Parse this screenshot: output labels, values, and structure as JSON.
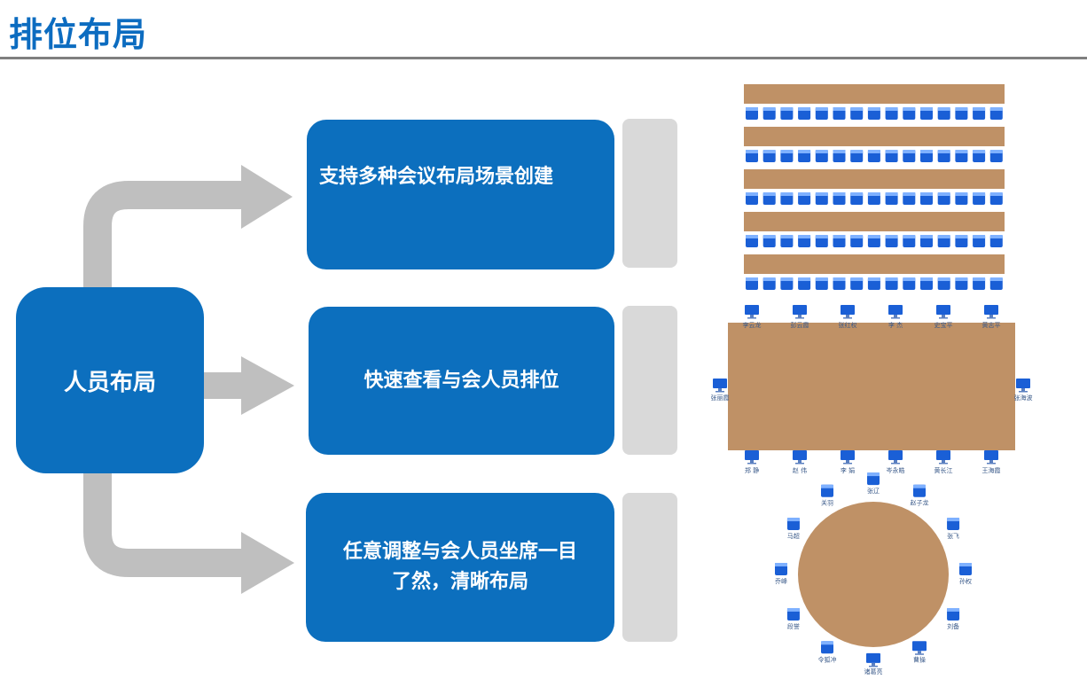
{
  "header": {
    "title": "排位布局"
  },
  "hub": {
    "label": "人员布局"
  },
  "features": [
    {
      "label": "支持多种会议布局场景创建"
    },
    {
      "label": "快速查看与会人员排位"
    },
    {
      "label_line1": "任意调整与会人员坐席一目",
      "label_line2": "了然，清晰布局"
    }
  ],
  "layouts": {
    "classroom": {
      "rows": 5,
      "seats_per_row": 15
    },
    "boardroom": {
      "top": [
        "李云龙",
        "彭云霞",
        "张红权",
        "李 杰",
        "史宝平",
        "黄志平"
      ],
      "bottom": [
        "郑 静",
        "赵 伟",
        "李 娟",
        "岑永皓",
        "黄长江",
        "王海霞"
      ],
      "left": "张丽霞",
      "right": "张海波"
    },
    "round": {
      "names": [
        "张辽",
        "赵子龙",
        "张飞",
        "孙权",
        "刘备",
        "曹操",
        "诸葛亮",
        "令狐冲",
        "段誉",
        "乔峰",
        "马超",
        "关羽"
      ]
    }
  },
  "colors": {
    "brand_blue": "#0c6fbe",
    "title_blue": "#0c6cc0",
    "arrow_grey": "#bfbfbf",
    "tab_grey": "#d9d9d9",
    "table_brown": "#bf9166",
    "seat_blue": "#1a5fd6"
  }
}
